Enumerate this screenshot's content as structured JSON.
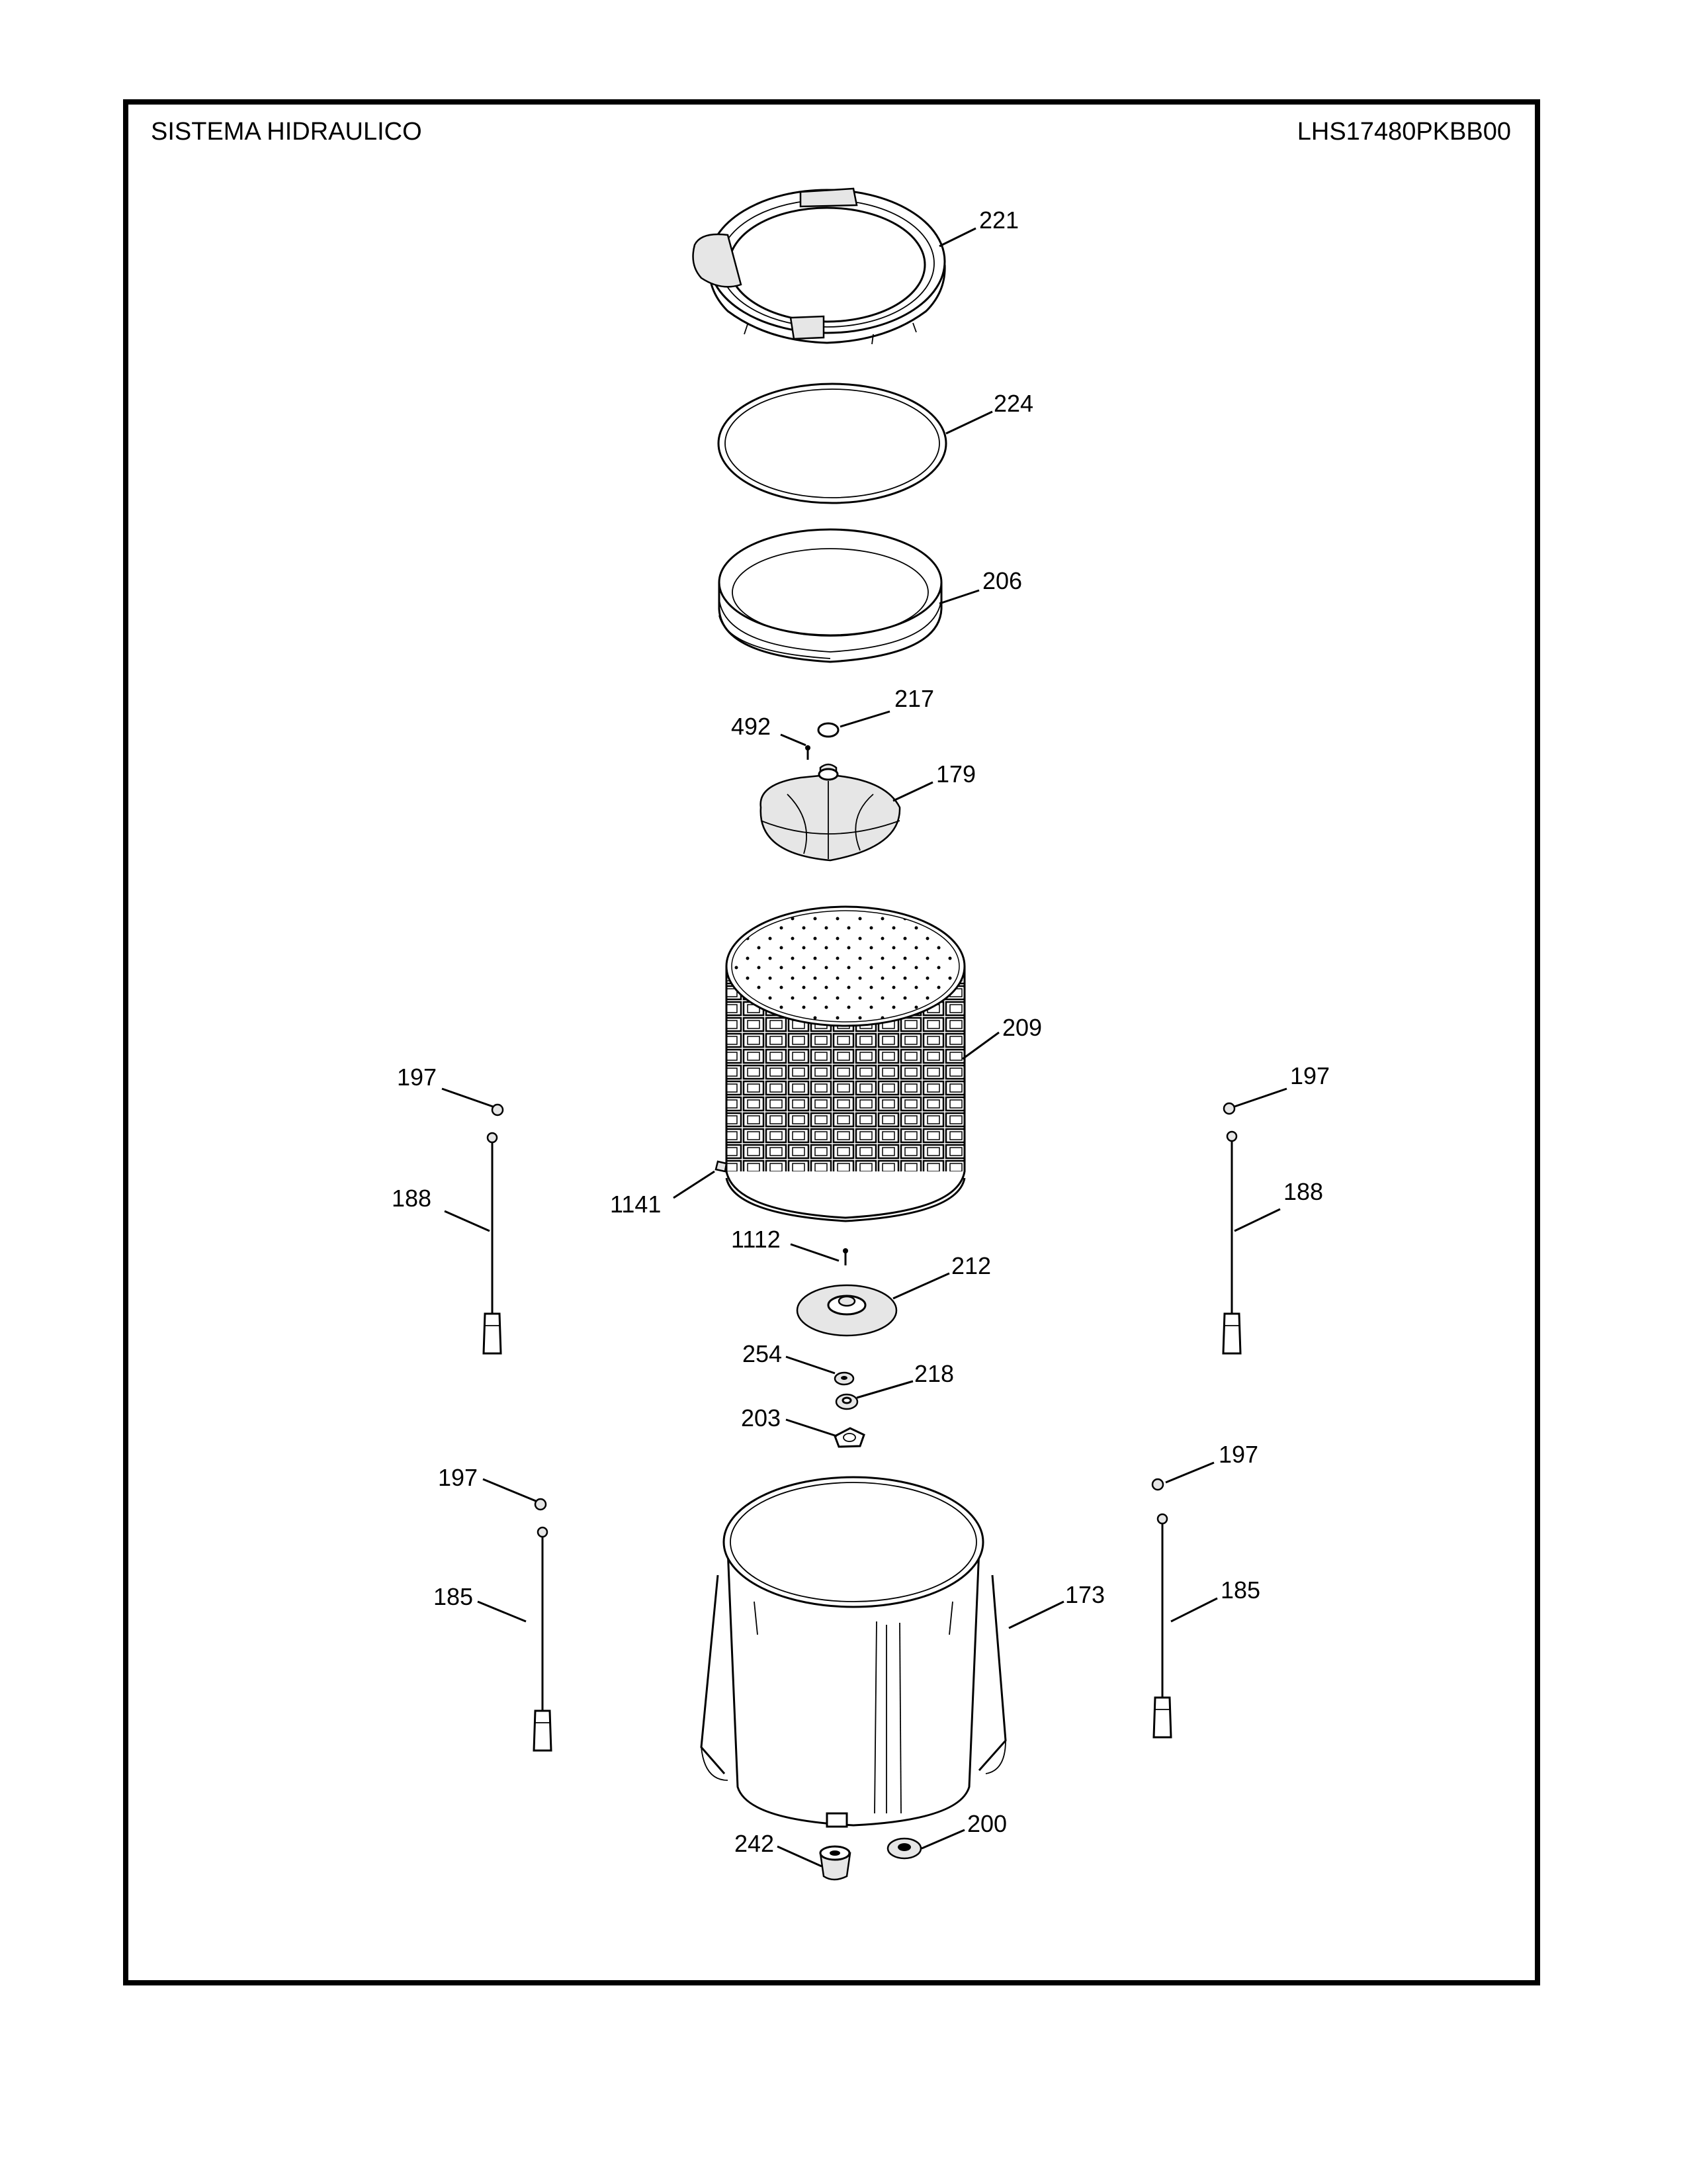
{
  "header": {
    "title": "SISTEMA HIDRAULICO",
    "model": "LHS17480PKBB00"
  },
  "callouts": {
    "c221": "221",
    "c224": "224",
    "c206": "206",
    "c217": "217",
    "c492": "492",
    "c179": "179",
    "c209": "209",
    "c197a": "197",
    "c197b": "197",
    "c188a": "188",
    "c188b": "188",
    "c1141": "1141",
    "c1112": "1112",
    "c212": "212",
    "c254": "254",
    "c218": "218",
    "c203": "203",
    "c197c": "197",
    "c197d": "197",
    "c185a": "185",
    "c185b": "185",
    "c173": "173",
    "c242": "242",
    "c200": "200"
  }
}
